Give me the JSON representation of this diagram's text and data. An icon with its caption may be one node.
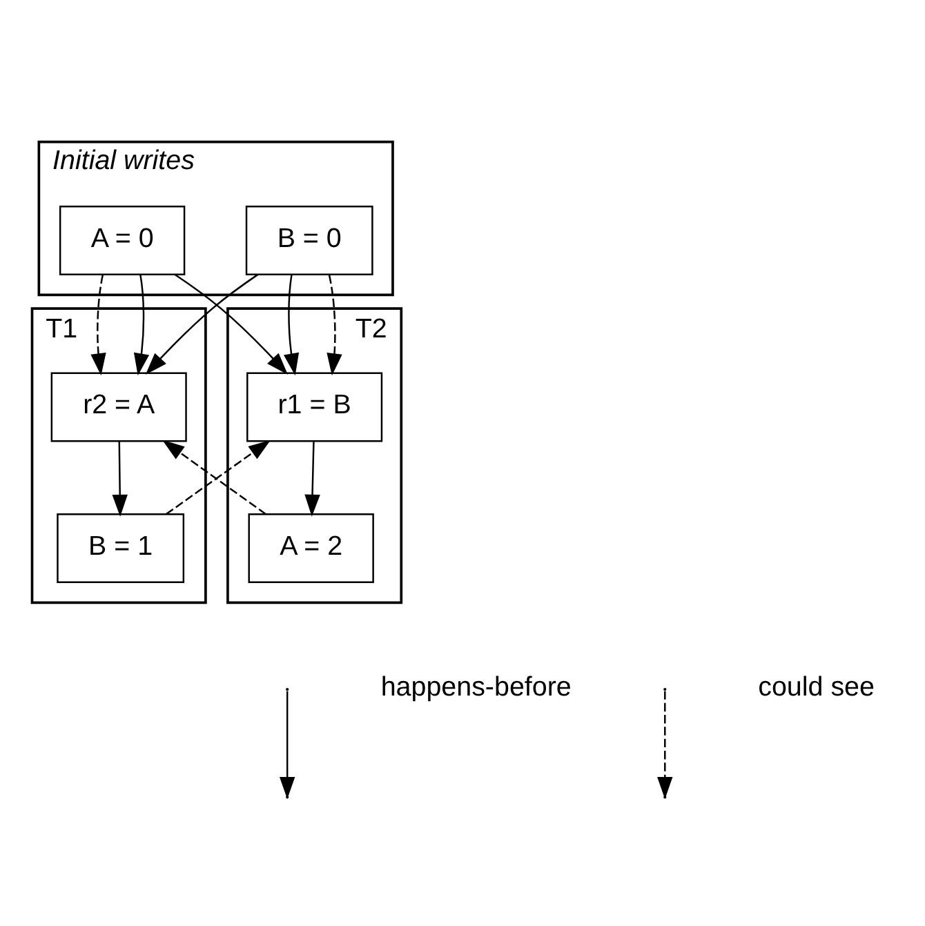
{
  "diagram": {
    "nodes": [
      {
        "text": [
          "Initial writes"
        ]
      },
      {
        "text": [
          "A = 0"
        ],
        "in": 0
      },
      {
        "text": [
          "B = 0"
        ],
        "in": 0
      },
      {
        "text": [
          "T1"
        ]
      },
      {
        "text": [
          "r2 = A"
        ],
        "in": 3
      },
      {
        "text": [
          "B = 1"
        ],
        "in": 3
      },
      {
        "text": [
          "T2"
        ]
      },
      {
        "text": [
          "r1 = B"
        ],
        "in": 6
      },
      {
        "text": [
          "A = 2"
        ],
        "in": 6
      }
    ],
    "edges": [
      {
        "from": 1,
        "to": 4,
        "arrow": "to",
        "style": "dashed"
      },
      {
        "from": 1,
        "to": 4,
        "arrow": "to"
      },
      {
        "from": 1,
        "to": 7,
        "arrow": "to"
      },
      {
        "from": 2,
        "to": 4,
        "arrow": "to"
      },
      {
        "from": 2,
        "to": 7,
        "arrow": "to"
      },
      {
        "from": 2,
        "to": 7,
        "arrow": "to",
        "style": "dashed"
      },
      {
        "from": 4,
        "to": 5,
        "arrow": "to"
      },
      {
        "from": 7,
        "to": 8,
        "arrow": "to"
      },
      {
        "from": 5,
        "to": 7,
        "arrow": "to",
        "style": "dashed"
      },
      {
        "from": 8,
        "to": 4,
        "arrow": "to",
        "style": "dashed"
      }
    ],
    "legend": [
      {
        "text": "happens-before"
      },
      {
        "text": "could see"
      }
    ]
  }
}
